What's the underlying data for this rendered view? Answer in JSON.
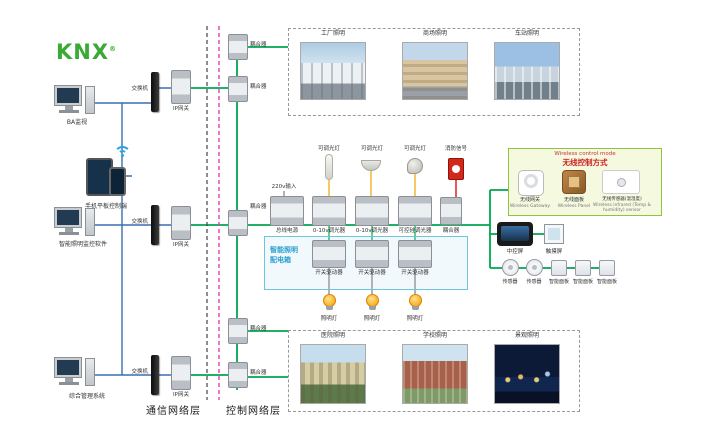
{
  "colors": {
    "knx_green": "#3aaa35",
    "bus_green": "#00a651",
    "lan_blue": "#3a6fb0",
    "layer_magenta": "#e53fb0",
    "fire_red": "#d2281c",
    "dist_box_blue": "#6cc7de",
    "wireless_border": "#8cc63f",
    "wireless_bg": "#f4f9e0"
  },
  "logo": {
    "text": "KNX",
    "reg": "®"
  },
  "terminals": [
    {
      "label": "BA监视"
    },
    {
      "label": "手机平板控制端"
    },
    {
      "label": "智能照明监控软件"
    },
    {
      "label": "综合管理系统"
    }
  ],
  "network": {
    "switch": "交换机",
    "gateway": "IP网关",
    "coupler": "耦合器"
  },
  "layer_labels": {
    "comm": "通信网络层",
    "ctrl": "控制网络层"
  },
  "scenes_top": [
    {
      "label": "工厂照明"
    },
    {
      "label": "商场照明"
    },
    {
      "label": "车站照明"
    }
  ],
  "scenes_bottom": [
    {
      "label": "医院照明"
    },
    {
      "label": "学校照明"
    },
    {
      "label": "景观照明"
    }
  ],
  "field": {
    "power_in": "220v输入",
    "lights": [
      {
        "label": "可调光灯"
      },
      {
        "label": "可调光灯"
      },
      {
        "label": "可调光灯"
      },
      {
        "label": "消防信号"
      }
    ],
    "din_row": [
      {
        "label": "总线电源"
      },
      {
        "label": "0-10v调光器"
      },
      {
        "label": "0-10v调光器"
      },
      {
        "label": "可控硅调光器"
      },
      {
        "label": "耦合器"
      }
    ],
    "dist_box": {
      "line1": "智能照明",
      "line2": "配电箱"
    },
    "drivers": [
      {
        "label": "开关驱动器"
      },
      {
        "label": "开关驱动器"
      },
      {
        "label": "开关驱动器"
      }
    ],
    "lamps": [
      {
        "label": "照明灯"
      },
      {
        "label": "照明灯"
      },
      {
        "label": "照明灯"
      }
    ]
  },
  "wireless": {
    "title_en": "Wireless control mode",
    "title_zh": "无线控制方式",
    "items": [
      {
        "zh": "无线网关",
        "en": "Wireless Gateway"
      },
      {
        "zh": "无线面板",
        "en": "Wireless Panel"
      },
      {
        "zh": "无线传感器(温湿度)",
        "en": "Wireless infrared (Temp & humidity) sensor"
      }
    ]
  },
  "panels": {
    "screens": [
      {
        "label": "中控屏"
      },
      {
        "label": "触摸屏"
      }
    ],
    "devices": [
      {
        "label": "传感器"
      },
      {
        "label": "传感器"
      },
      {
        "label": "智能面板"
      },
      {
        "label": "智能面板"
      },
      {
        "label": "智能面板"
      }
    ]
  }
}
